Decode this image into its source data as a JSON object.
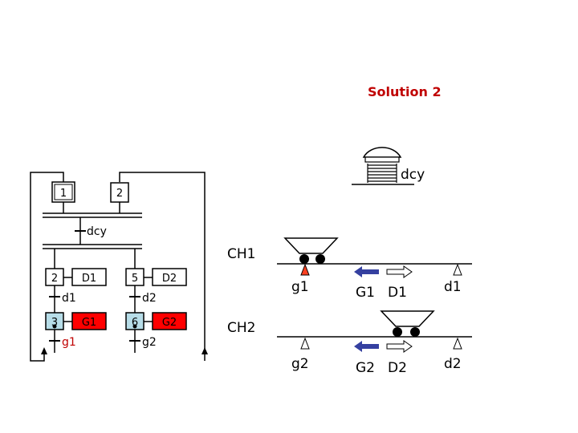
{
  "title": "Solution 2",
  "grafcet": {
    "steps": [
      {
        "label": "1",
        "fill": "#ffffff",
        "initial": true
      },
      {
        "label": "2",
        "fill": "#ffffff"
      },
      {
        "label": "2",
        "fill": "#ffffff"
      },
      {
        "label": "3",
        "fill": "#b7dde8"
      },
      {
        "label": "5",
        "fill": "#ffffff"
      },
      {
        "label": "6",
        "fill": "#b7dde8"
      }
    ],
    "actions": [
      {
        "label": "D1",
        "fill": "#ffffff"
      },
      {
        "label": "G1",
        "fill": "#ff0000"
      },
      {
        "label": "D2",
        "fill": "#ffffff"
      },
      {
        "label": "G2",
        "fill": "#ff0000"
      }
    ],
    "transitions": [
      {
        "label": "dcy",
        "color": "#000000"
      },
      {
        "label": "d1",
        "color": "#000000"
      },
      {
        "label": "g1",
        "color": "#c00000"
      },
      {
        "label": "d2",
        "color": "#000000"
      },
      {
        "label": "g2",
        "color": "#000000"
      }
    ]
  },
  "system": {
    "button_label": "dcy",
    "channels": [
      "CH1",
      "CH2"
    ],
    "sensors": [
      "g1",
      "d1",
      "g2",
      "d2"
    ],
    "motion": [
      "G1",
      "D1",
      "G2",
      "D2"
    ],
    "colors": {
      "active_sensor": "#ff4020",
      "left_arrow": "#3540a0",
      "line": "#000000"
    }
  }
}
